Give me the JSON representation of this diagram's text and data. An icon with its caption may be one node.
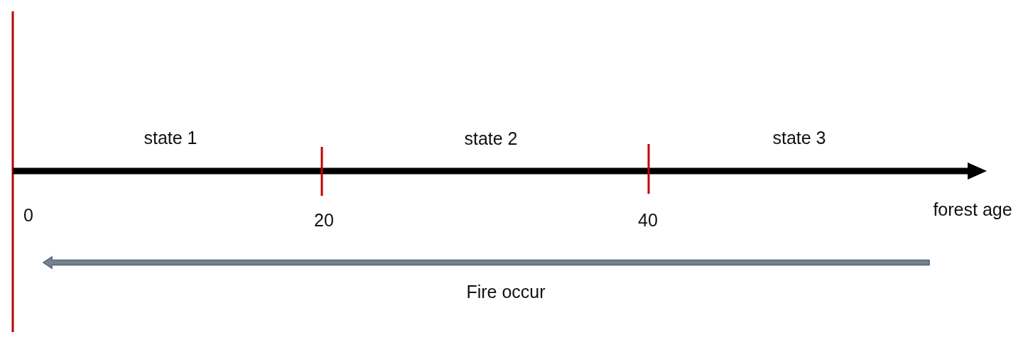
{
  "diagram": {
    "labels": [
      "state 1",
      "state 2",
      "state 3",
      "0",
      "20",
      "40",
      "forest age",
      "Fire occur"
    ]
  }
}
